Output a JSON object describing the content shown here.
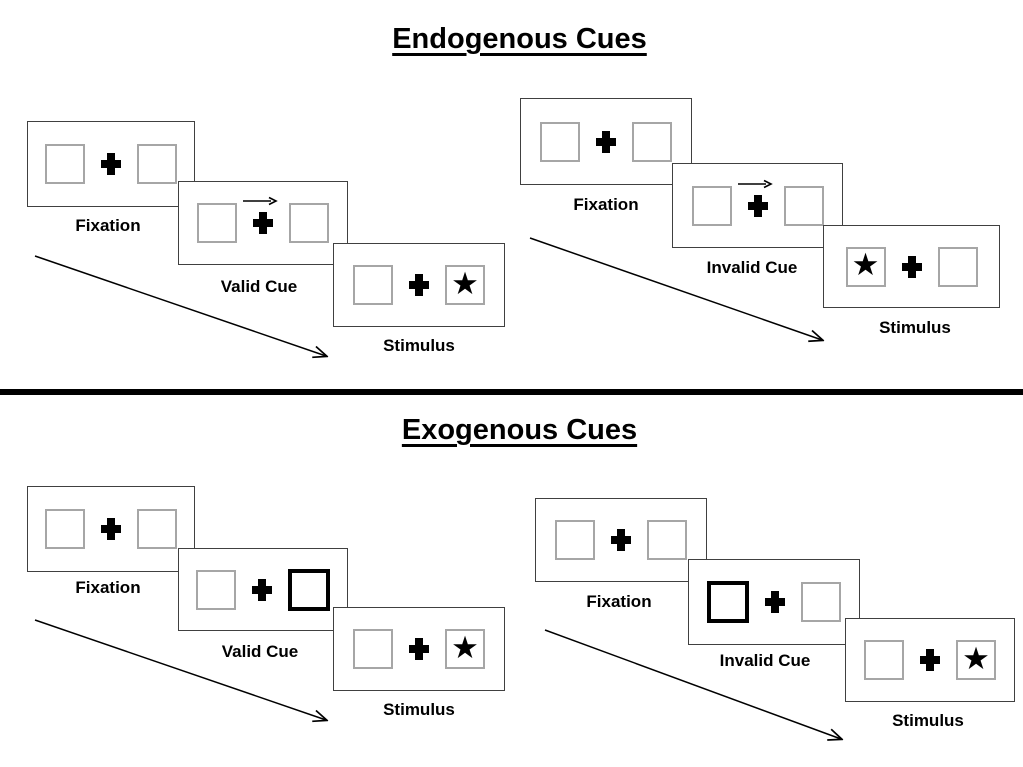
{
  "colors": {
    "background": "#ffffff",
    "ink": "#000000",
    "panel_border": "#404040",
    "box_border": "#a6a6a6"
  },
  "icons": {
    "star": "★",
    "fixation_cross": "+",
    "cue_arrow": "→",
    "timeline_arrow": "diagonal-arrow"
  },
  "sections": [
    {
      "title": "Endogenous Cues",
      "sequences": [
        {
          "name": "valid-trial",
          "panels": [
            {
              "label": "Fixation",
              "left_box": "empty",
              "right_box": "empty",
              "arrow_over_cross": false
            },
            {
              "label": "Valid Cue",
              "left_box": "empty",
              "right_box": "empty",
              "arrow_over_cross": true
            },
            {
              "label": "Stimulus",
              "left_box": "empty",
              "right_box": "star",
              "arrow_over_cross": false
            }
          ]
        },
        {
          "name": "invalid-trial",
          "panels": [
            {
              "label": "Fixation",
              "left_box": "empty",
              "right_box": "empty",
              "arrow_over_cross": false
            },
            {
              "label": "Invalid Cue",
              "left_box": "empty",
              "right_box": "empty",
              "arrow_over_cross": true
            },
            {
              "label": "Stimulus",
              "left_box": "star",
              "right_box": "empty",
              "arrow_over_cross": false
            }
          ]
        }
      ]
    },
    {
      "title": "Exogenous Cues",
      "sequences": [
        {
          "name": "valid-trial",
          "panels": [
            {
              "label": "Fixation",
              "left_box": "empty",
              "right_box": "empty",
              "arrow_over_cross": false
            },
            {
              "label": "Valid Cue",
              "left_box": "empty",
              "right_box": "bold",
              "arrow_over_cross": false
            },
            {
              "label": "Stimulus",
              "left_box": "empty",
              "right_box": "star",
              "arrow_over_cross": false
            }
          ]
        },
        {
          "name": "invalid-trial",
          "panels": [
            {
              "label": "Fixation",
              "left_box": "empty",
              "right_box": "empty",
              "arrow_over_cross": false
            },
            {
              "label": "Invalid Cue",
              "left_box": "bold",
              "right_box": "empty",
              "arrow_over_cross": false
            },
            {
              "label": "Stimulus",
              "left_box": "empty",
              "right_box": "star",
              "arrow_over_cross": false
            }
          ]
        }
      ]
    }
  ]
}
